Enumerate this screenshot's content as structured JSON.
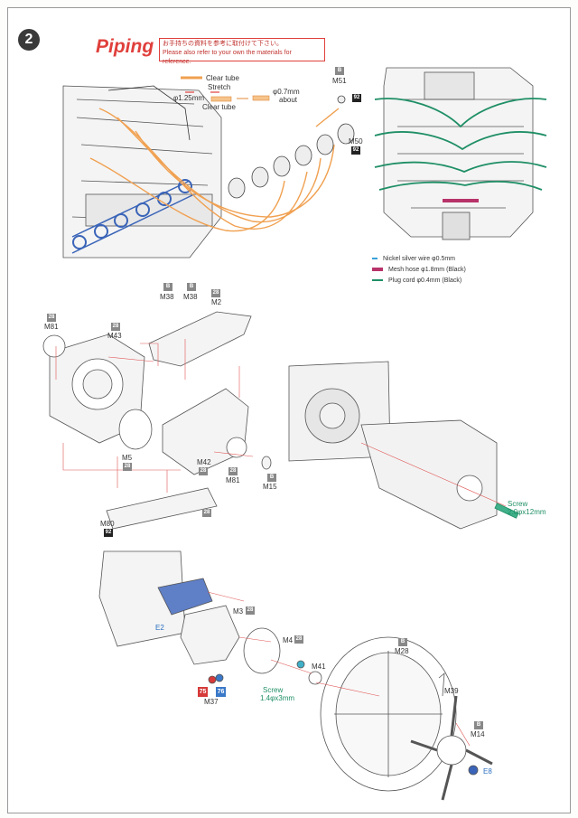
{
  "step": {
    "number": "2",
    "title": "Piping"
  },
  "note": {
    "jp": "お手持ちの資料を参考に取付けて下さい。",
    "en": "Please also refer to your own the materials for reference."
  },
  "tube_spec": {
    "clear_tube": "Clear tube",
    "stretch": "Stretch",
    "diam_a": "φ1.25mm",
    "clear_tube2": "Clear tube",
    "diam_b": "φ0.7mm",
    "about": "about"
  },
  "legend": [
    {
      "label": "Nickel silver wire  φ0.5mm",
      "color": "#3aa0d8"
    },
    {
      "label": "Mesh hose  φ1.8mm (Black)",
      "color": "#b8336a"
    },
    {
      "label": "Plug cord  φ0.4mm (Black)",
      "color": "#1f8f66"
    }
  ],
  "parts": {
    "m51": "M51",
    "m51_badge": "B",
    "m51_num": "92",
    "m50": "M50",
    "m50_num": "92",
    "m38a": "M38",
    "m38b": "M38",
    "m38_badge": "B",
    "m2": "M2",
    "m2_num": "28",
    "m43": "M43",
    "m43_num": "28",
    "m81a": "M81",
    "m81a_num": "28",
    "m5": "M5",
    "m5_num": "28",
    "m42": "M42",
    "m42_num": "28",
    "m81b": "M81",
    "m81b_num": "28",
    "m15": "M15",
    "m15_badge": "B",
    "m80": "M80",
    "m80_num": "92",
    "frame_num": "28",
    "screw_a": "Screw",
    "screw_a_size": "2.0φx12mm",
    "e2": "E2",
    "m3": "M3",
    "m3_num": "28",
    "m4": "M4",
    "m4_num": "28",
    "m41": "M41",
    "m28": "M28",
    "m28_badge": "B",
    "m39": "M39",
    "m14": "M14",
    "m14_badge": "B",
    "e8": "E8",
    "screw_b": "Screw",
    "screw_b_size": "1.4φx3mm",
    "m37": "M37",
    "n75": "75",
    "n76": "76"
  }
}
